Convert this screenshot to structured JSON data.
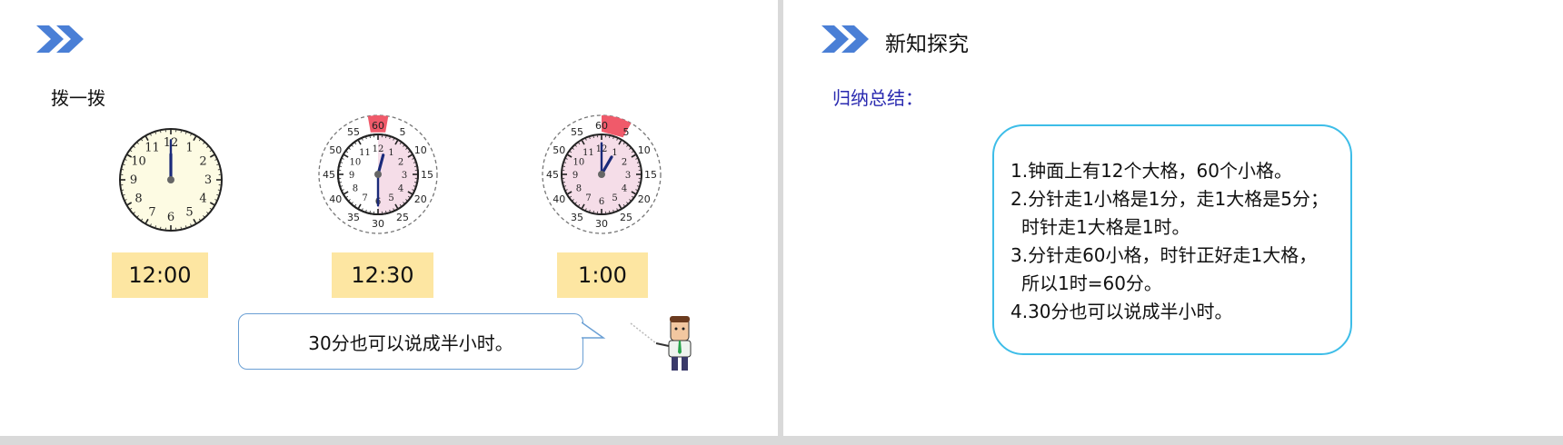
{
  "left": {
    "activity_title": "拨一拨",
    "clocks": [
      {
        "label": "12:00"
      },
      {
        "label": "12:30"
      },
      {
        "label": "1:00"
      }
    ],
    "speech_bubble": "30分也可以说成半小时。",
    "numerals": [
      "12",
      "1",
      "2",
      "3",
      "4",
      "5",
      "6",
      "7",
      "8",
      "9",
      "10",
      "11"
    ],
    "minute_marks": [
      "5",
      "10",
      "15",
      "20",
      "25",
      "30",
      "35",
      "40",
      "45",
      "50",
      "55",
      "60"
    ]
  },
  "right": {
    "section_title": "新知探究",
    "summary_heading": "归纳总结：",
    "summary_lines": [
      "1.钟面上有12个大格，60个小格。",
      "2.分针走1小格是1分，走1大格是5分；",
      "时针走1大格是1时。",
      "3.分针走60小格，时针正好走1大格，",
      "所以1时=60分。",
      "4.30分也可以说成半小时。"
    ]
  },
  "colors": {
    "chevron": "#4a7fd6",
    "time_box": "#fde6a2",
    "summary_border": "#3dbde8",
    "summary_heading": "#2a2ab0",
    "highlight_sector": "#f05a6a"
  }
}
